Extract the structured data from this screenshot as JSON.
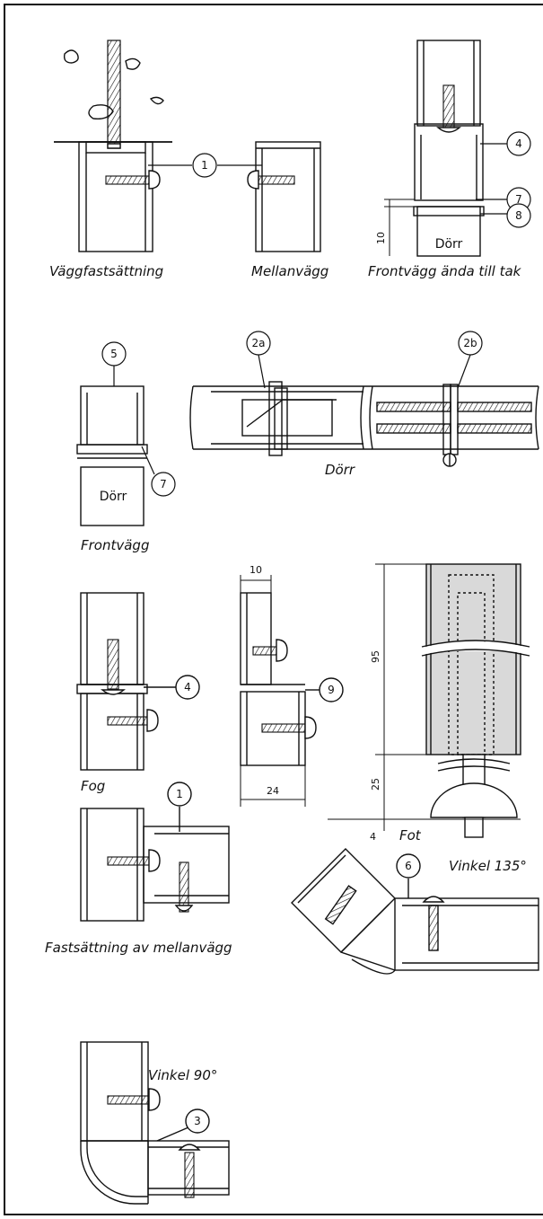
{
  "captions": {
    "wall_mount": "Väggfastsättning",
    "partition": "Mellanvägg",
    "front_to_ceiling": "Frontvägg ända till tak",
    "door_label": "Dörr",
    "front_wall": "Frontvägg",
    "joint": "Fog",
    "foot": "Fot",
    "partition_mount": "Fastsättning av mellanvägg",
    "angle_135": "Vinkel 135°",
    "angle_90": "Vinkel 90°"
  },
  "callouts": {
    "c1a": "1",
    "c4a": "4",
    "c7a": "7",
    "c8": "8",
    "c5": "5",
    "c7b": "7",
    "c2a": "2a",
    "c2b": "2b",
    "c4b": "4",
    "c9": "9",
    "c1b": "1",
    "c6": "6",
    "c3": "3"
  },
  "dimensions": {
    "gap_10": "10",
    "width_10": "10",
    "width_24": "24",
    "height_95": "95",
    "height_25": "25",
    "height_4": "4"
  },
  "colors": {
    "line": "#111111",
    "shade": "#d9d9d9",
    "background": "#ffffff"
  }
}
